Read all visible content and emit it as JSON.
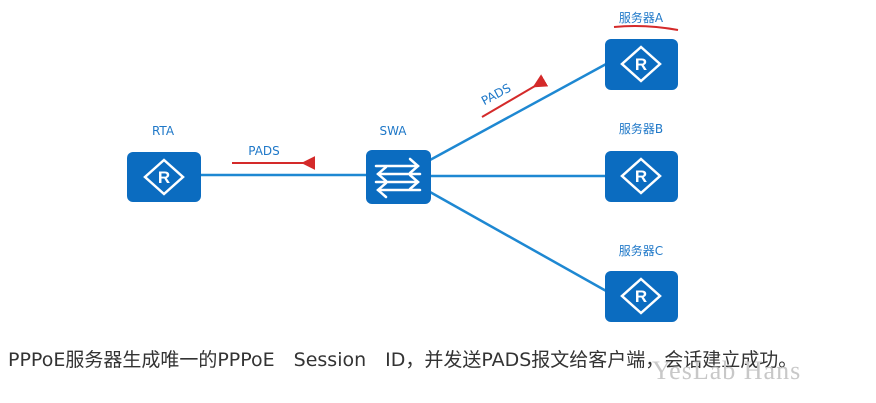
{
  "diagram": {
    "nodes": {
      "rta": {
        "label": "RTA",
        "type": "router"
      },
      "swa": {
        "label": "SWA",
        "type": "switch"
      },
      "server_a": {
        "label": "服务器A",
        "type": "router"
      },
      "server_b": {
        "label": "服务器B",
        "type": "router"
      },
      "server_c": {
        "label": "服务器C",
        "type": "router"
      }
    },
    "messages": {
      "swa_to_rta": "PADS",
      "server_a_to_swa": "PADS"
    },
    "router_glyph": "R",
    "colors": {
      "device": "#0b6cc0",
      "link": "#1e88d2",
      "arrow": "#d42a2a",
      "label": "#1f78c8"
    }
  },
  "caption": {
    "text": "PPPoE服务器生成唯一的PPPoE　Session　ID，并发送PADS报文给客户端，会话建立成功。"
  },
  "watermark": "YesLab Hans"
}
